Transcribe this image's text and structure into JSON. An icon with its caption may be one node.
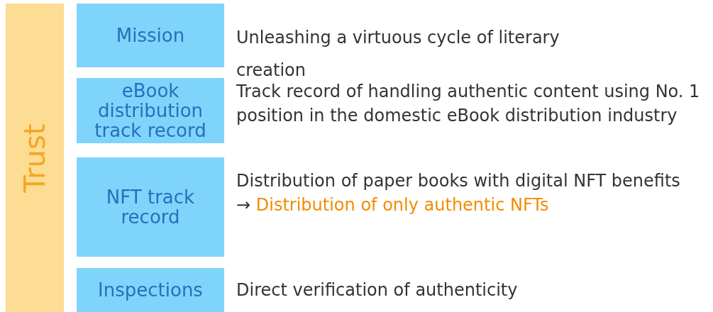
{
  "diagram": {
    "nodes": [
      {
        "text": [
          "Trust"
        ]
      },
      {
        "text": [
          "Mission"
        ],
        "beside": [
          "Unleashing a virtuous cycle of literary creation"
        ]
      },
      {
        "text": [
          "eBook distribution track record"
        ],
        "beside": [
          "Track record of handling authentic content using No. 1 position in the domestic eBook distribution industry"
        ]
      },
      {
        "text": [
          "NFT track record"
        ],
        "beside": [
          "Distribution of paper books with digital NFT benefits",
          "→ Distribution of only authentic NFTs"
        ]
      },
      {
        "text": [
          "Inspections"
        ],
        "beside": [
          "Direct verification of authenticity"
        ]
      }
    ],
    "edges": []
  }
}
